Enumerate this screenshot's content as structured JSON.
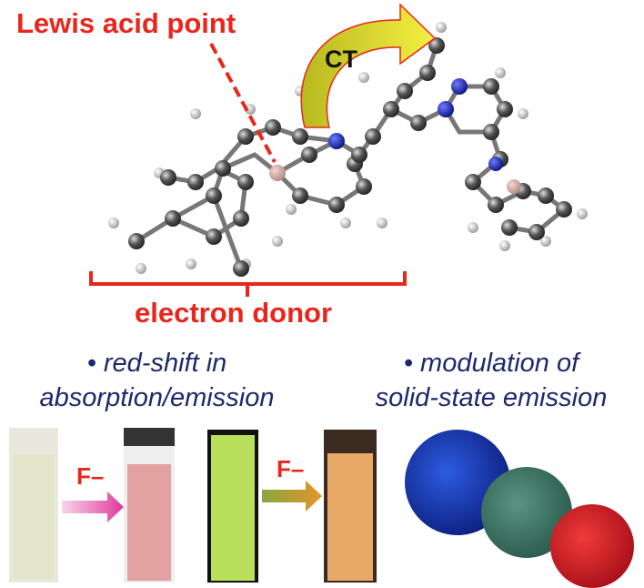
{
  "labels": {
    "lewis_acid": "Lewis acid point",
    "ct": "CT",
    "donor": "electron donor",
    "redshift_line1": "• red-shift in",
    "redshift_line2": "absorption/emission",
    "modulation_line1": "• modulation of",
    "modulation_line2": "solid-state emission",
    "fluoride_1": "F–",
    "fluoride_2": "F–"
  },
  "colors": {
    "accent_red": "#e8261c",
    "text_blue": "#1c2a6b",
    "ct_arrow": "#e8e030",
    "sphere_blue": "#1d3fbf",
    "sphere_green": "#3f7a6a",
    "sphere_red": "#e0242a"
  }
}
